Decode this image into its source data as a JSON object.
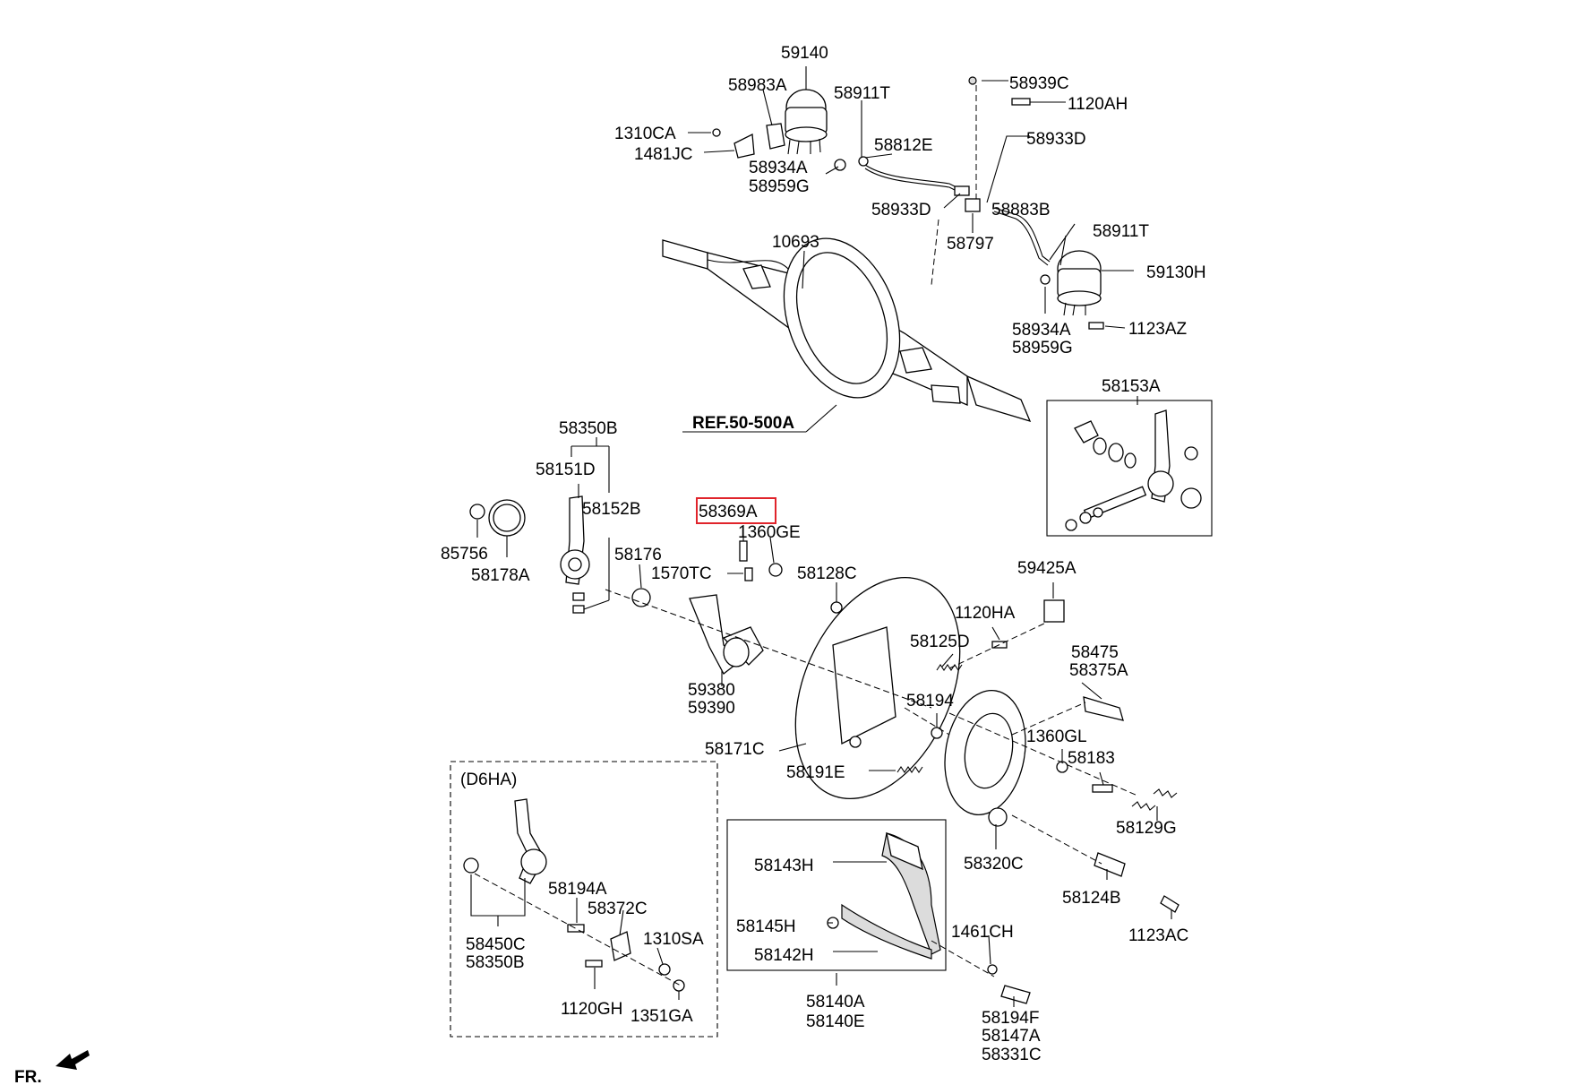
{
  "labels": [
    "59140",
    "58983A",
    "58911T",
    "1310CA",
    "1481JC",
    "58934A",
    "58959G",
    "58812E",
    "58939C",
    "1120AH",
    "58933D",
    "58933D",
    "58797",
    "58883B",
    "58911T",
    "59130H",
    "58934A",
    "58959G",
    "1123AZ",
    "10693",
    "REF.50-500A",
    "58153A",
    "58350B",
    "58151D",
    "58152B",
    "85756",
    "58178A",
    "58369A",
    "1360GE",
    "58176",
    "1570TC",
    "58128C",
    "59425A",
    "1120HA",
    "58125D",
    "58475",
    "58375A",
    "58194",
    "59380",
    "59390",
    "1360GL",
    "58183",
    "58171C",
    "58191E",
    "58129G",
    "(D6HA)",
    "58320C",
    "58143H",
    "58194A",
    "58372C",
    "58124B",
    "58145H",
    "1461CH",
    "1310SA",
    "1123AC",
    "58142H",
    "58450C",
    "58350B",
    "1120GH",
    "1351GA",
    "58140A",
    "58140E",
    "58194F",
    "58147A",
    "58331C",
    "FR."
  ],
  "highlight": {
    "label": "58369A",
    "color": "#e0242b"
  }
}
